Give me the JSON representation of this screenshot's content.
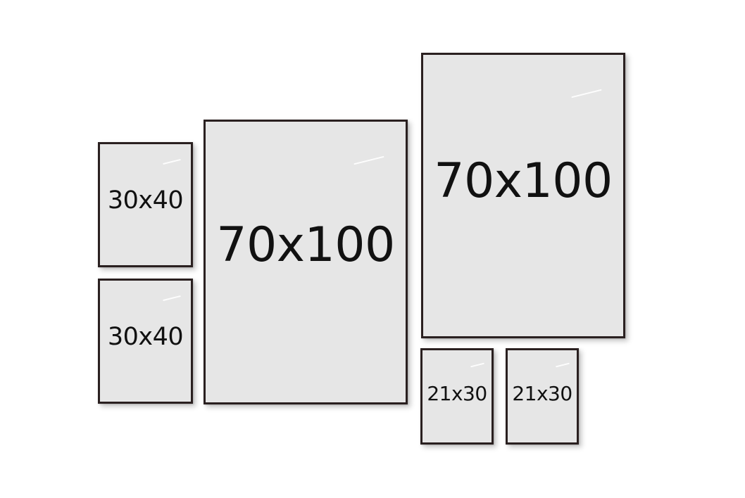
{
  "frames": [
    {
      "label": "30x40"
    },
    {
      "label": "30x40"
    },
    {
      "label": "70x100"
    },
    {
      "label": "70x100"
    },
    {
      "label": "21x30"
    },
    {
      "label": "21x30"
    }
  ]
}
